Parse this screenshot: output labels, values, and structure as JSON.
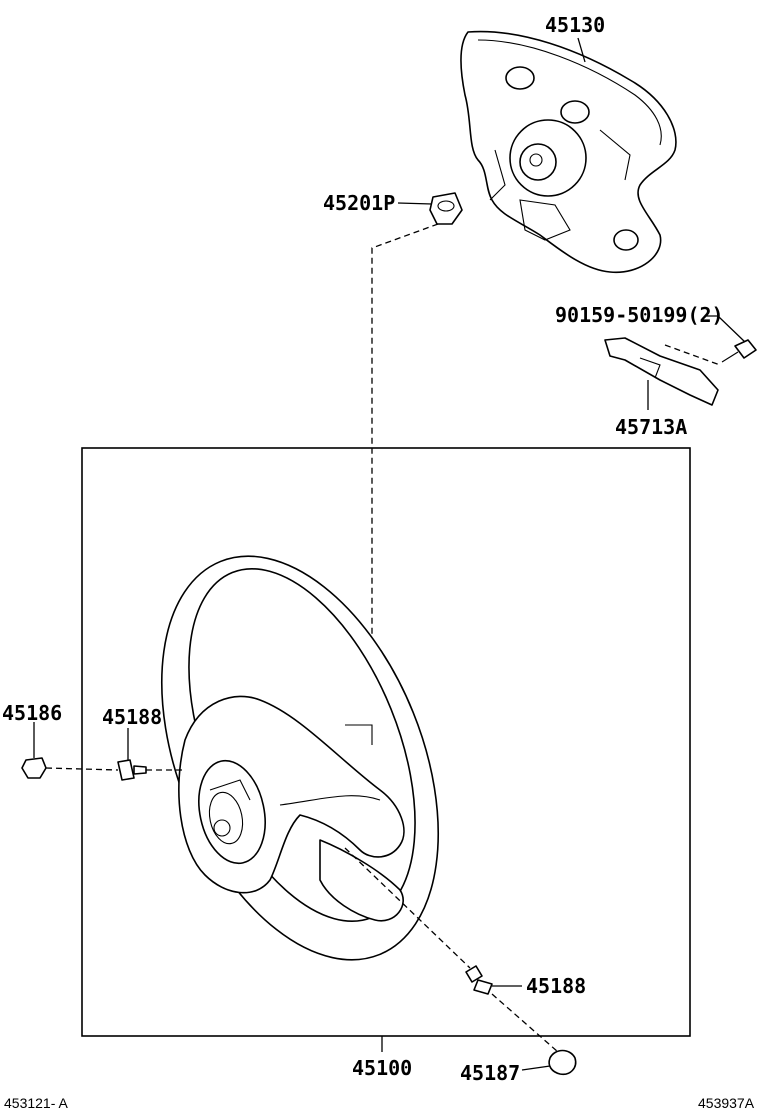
{
  "diagram": {
    "parts": {
      "airbag_pad": "45130",
      "pad_nut": "45201P",
      "bracket_bolt": "90159-50199(2)",
      "bracket": "45713A",
      "wheel_assembly": "45100",
      "cover_cap": "45186",
      "screw_left": "45188",
      "screw_right": "45188",
      "cover_lower": "45187"
    },
    "footer": {
      "left_code": "453121- A",
      "right_code": "453937A"
    }
  }
}
